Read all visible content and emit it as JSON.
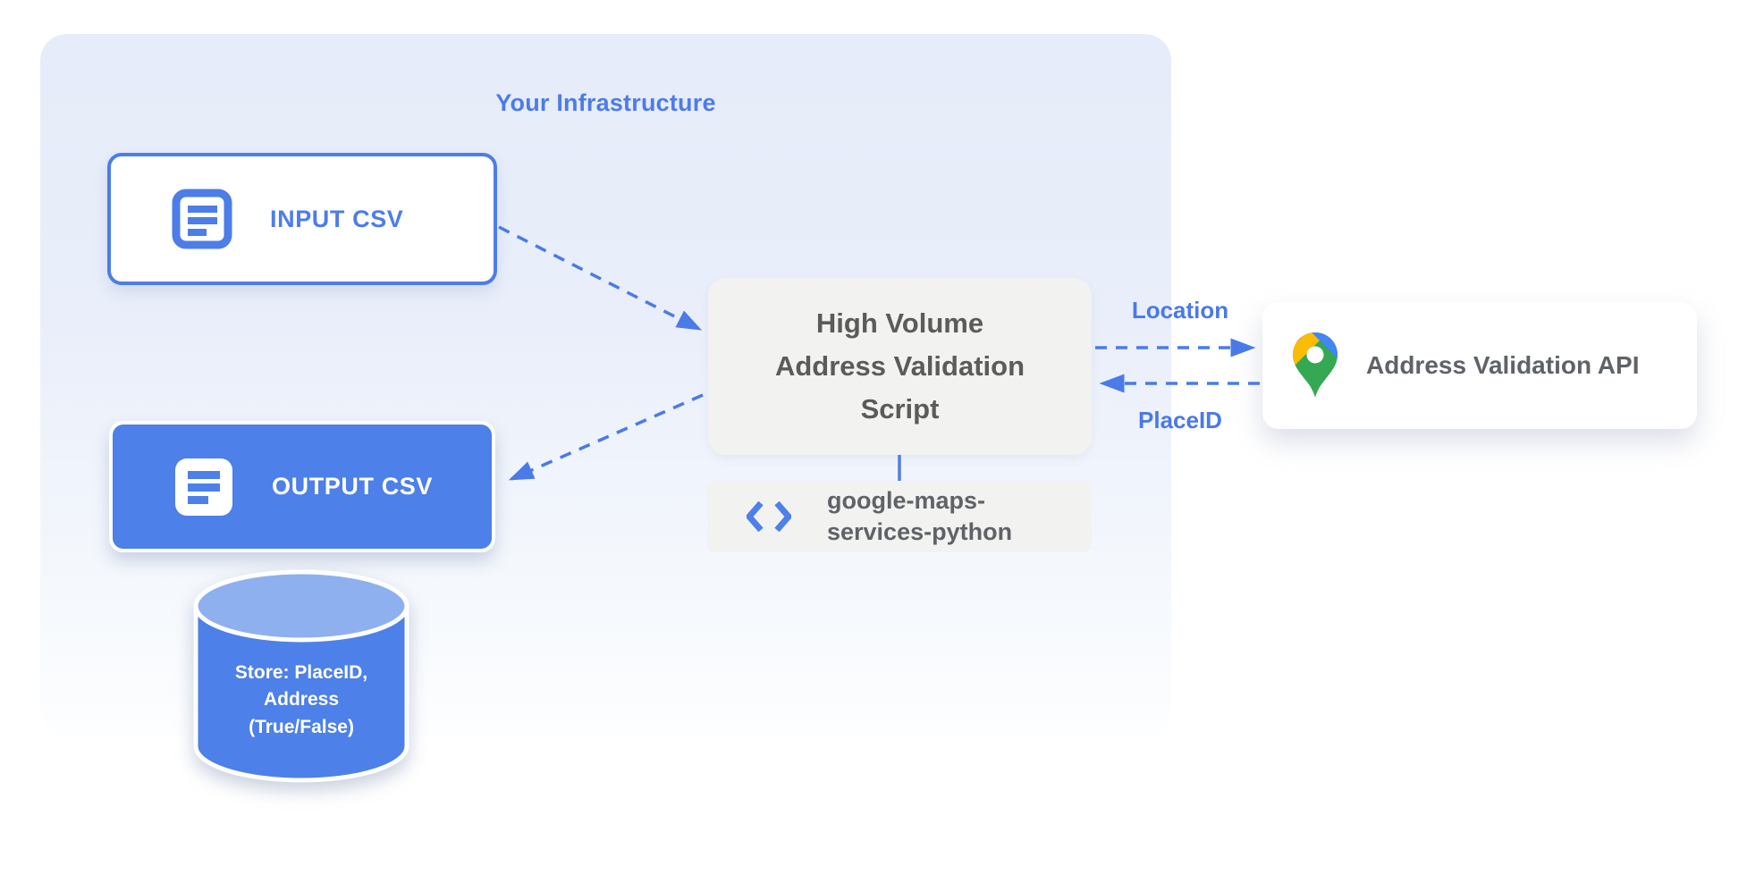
{
  "infrastructure": {
    "title": "Your Infrastructure"
  },
  "nodes": {
    "input_csv": {
      "label": "INPUT CSV"
    },
    "output_csv": {
      "label": "OUTPUT CSV"
    },
    "datastore": {
      "label": "Store: PlaceID,\nAddress\n(True/False)"
    },
    "script": {
      "label": "High Volume\nAddress Validation\nScript"
    },
    "library": {
      "label": "google-maps-\nservices-python"
    },
    "api": {
      "label": "Address Validation API"
    }
  },
  "edges": {
    "location": {
      "label": "Location",
      "direction": "script-to-api"
    },
    "placeid": {
      "label": "PlaceID",
      "direction": "api-to-script"
    }
  },
  "icons": {
    "input_csv": "document-icon",
    "output_csv": "document-icon",
    "library": "code-brackets-icon",
    "api": "google-maps-pin-icon"
  },
  "colors": {
    "node_blue": "#4d80e8",
    "border_blue": "#4c7de9",
    "arrow_blue": "#4a7be8",
    "label_blue": "#4a79e8",
    "title_blue": "#4c7cea",
    "box_gray": "#f2f2f0",
    "text_gray": "#5f6368",
    "cylinder_top": "#8fb0ef",
    "infra_bg_top": "#e6ecf9",
    "pin_blue": "#4285f4",
    "pin_red": "#ea4335",
    "pin_yellow": "#fbbc04",
    "pin_green": "#34a853"
  }
}
